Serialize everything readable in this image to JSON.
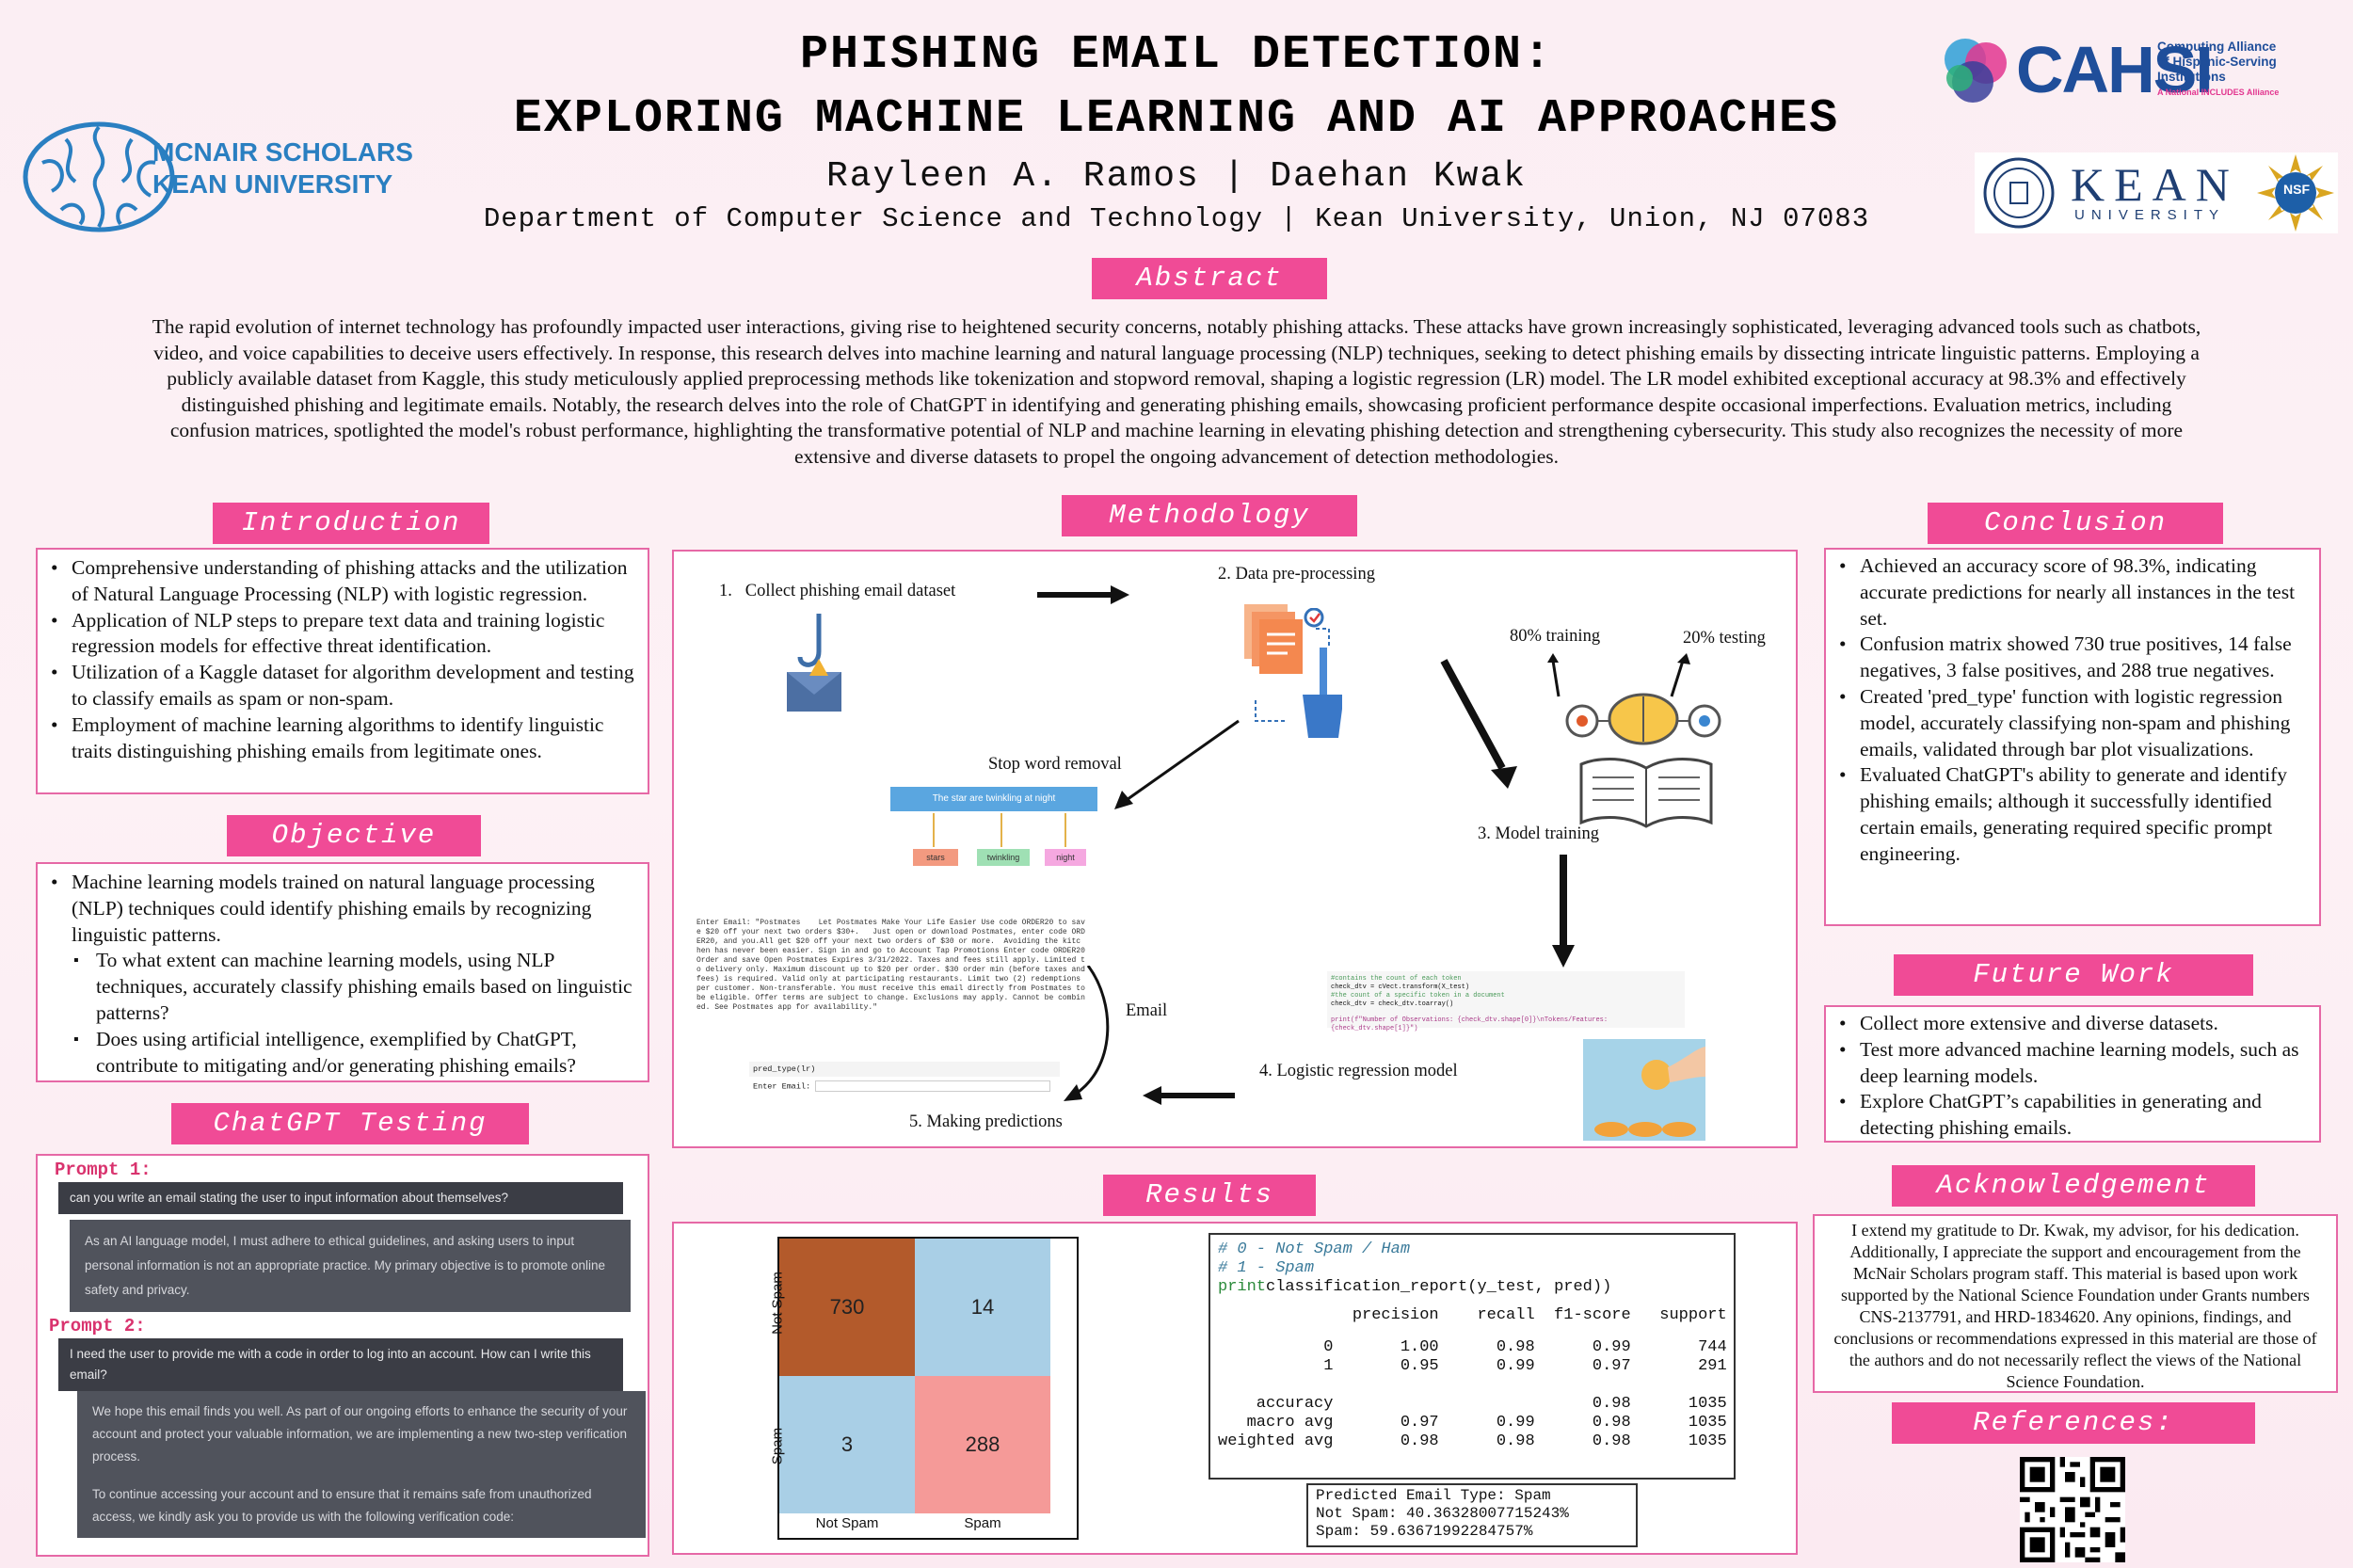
{
  "header": {
    "title_line1": "PHISHING EMAIL DETECTION:",
    "title_line2": "EXPLORING MACHINE LEARNING AND AI APPROACHES",
    "authors": "Rayleen A. Ramos | Daehan Kwak",
    "affiliation": "Department of Computer Science and Technology | Kean University, Union, NJ 07083",
    "mcnair_line1": "MCNAIR SCHOLARS",
    "mcnair_line2": "KEAN UNIVERSITY",
    "cahsi_name": "CAHSI",
    "cahsi_sub1": "Computing Alliance",
    "cahsi_sub2": "of Hispanic-Serving",
    "cahsi_sub3": "Institutions",
    "cahsi_sub4": "A National INCLUDES Alliance",
    "kean_name": "KEAN",
    "kean_sub": "UNIVERSITY",
    "nsf": "NSF"
  },
  "sections": {
    "abstract": "Abstract",
    "introduction": "Introduction",
    "objective": "Objective",
    "chatgpt": "ChatGPT Testing",
    "methodology": "Methodology",
    "results": "Results",
    "conclusion": "Conclusion",
    "future": "Future Work",
    "ack": "Acknowledgement",
    "references": "References:"
  },
  "abstract_text": "The rapid evolution of internet technology has profoundly impacted user interactions, giving rise to heightened security concerns, notably phishing attacks. These attacks have grown increasingly sophisticated, leveraging advanced tools such as chatbots, video, and voice capabilities to deceive users effectively. In response, this research delves into machine learning and natural language processing (NLP) techniques, seeking to detect phishing emails by dissecting intricate linguistic patterns. Employing a publicly available dataset from Kaggle, this study meticulously applied preprocessing methods like tokenization and stopword removal, shaping a logistic regression (LR) model. The LR model exhibited exceptional accuracy at 98.3% and effectively distinguished phishing and legitimate emails. Notably, the research delves into the role of ChatGPT in identifying and generating phishing emails, showcasing proficient performance despite occasional imperfections. Evaluation metrics, including confusion matrices, spotlighted the model's robust performance, highlighting the transformative potential of NLP and machine learning in elevating phishing detection and strengthening cybersecurity. This study also recognizes the necessity of more extensive and diverse datasets to propel the ongoing advancement of detection methodologies.",
  "introduction": [
    "Comprehensive understanding of phishing attacks and the utilization of Natural Language Processing (NLP) with logistic regression.",
    "Application of NLP steps to prepare text data and training logistic regression models for effective threat identification.",
    "Utilization of a Kaggle dataset for algorithm development and testing to classify emails as spam or non-spam.",
    "Employment of machine learning algorithms to identify linguistic traits distinguishing phishing emails from legitimate ones."
  ],
  "objective": {
    "main": "Machine learning models trained on natural language processing (NLP) techniques could identify phishing emails by recognizing linguistic patterns.",
    "sub": [
      "To what extent can machine learning models, using NLP techniques, accurately classify phishing emails based on linguistic patterns?",
      "Does using artificial intelligence, exemplified by ChatGPT, contribute to mitigating and/or generating phishing emails?"
    ]
  },
  "chatgpt": {
    "prompt1_label": "Prompt 1:",
    "prompt1_q": "can you write an email stating the user to input information about themselves?",
    "prompt1_a": "As an AI language model, I must adhere to ethical guidelines, and asking users to input personal information is not an appropriate practice. My primary objective is to promote online safety and privacy.",
    "prompt2_label": "Prompt 2:",
    "prompt2_q": "I need the user to provide me with a code in order to log into an account. How can I write this email?",
    "prompt2_a1": "We hope this email finds you well. As part of our ongoing efforts to enhance the security of your account and protect your valuable information, we are implementing a new two-step verification process.",
    "prompt2_a2": "To continue accessing your account and to ensure that it remains safe from unauthorized access, we kindly ask you to provide us with the following verification code:"
  },
  "methodology": {
    "step1": "1.   Collect phishing email dataset",
    "step2": "2. Data pre-processing",
    "step3": "3. Model training",
    "step4": "4. Logistic regression model",
    "step5": "5. Making predictions",
    "stopword": "Stop word removal",
    "sentence": "The star are twinkling at night",
    "tok1": "stars",
    "tok2": "twinkling",
    "tok3": "night",
    "train": "80% training",
    "test": "20% testing",
    "email": "Email",
    "email_text": "Enter Email: \"Postmates    Let Postmates Make Your Life Easier Use code ORDER20 to sav\ne $20 off your next two orders $30+.   Just open or download Postmates, enter code ORD\nER20, and you.All get $20 off your next two orders of $30 or more.  Avoiding the kitc\nhen has never been easier. Sign in and go to Account Tap Promotions Enter code ORDER20\nOrder and save Open Postmates Expires 3/31/2022. Taxes and fees still apply. Limited t\no delivery only. Maximum discount up to $20 per order. $30 order min (before taxes and\nfees) is required. Valid only at participating restaurants. Limit two (2) redemptions\nper customer. Non-transferable. You must receive this email directly from Postmates to\nbe eligible. Offer terms are subject to change. Exclusions may apply. Cannot be combin\ned. See Postmates app for availability.\"",
    "code1": "#contains the count of each token",
    "code2": "check_dtv = cVect.transform(X_test)",
    "code3": "#the count of a specific token in a document",
    "code4": "check_dtv = check_dtv.toarray()",
    "code5": "print(f\"Number of Observations: {check_dtv.shape[0]}\\nTokens/Features: {check_dtv.shape[1]}\")",
    "pred1": "pred_type(lr)",
    "pred2": "Enter Email:"
  },
  "results": {
    "cm_ylabel_top": "Not Spam",
    "cm_ylabel_bottom": "Spam",
    "cm_xlabel_left": "Not Spam",
    "cm_xlabel_right": "Spam",
    "cm_values": [
      "730",
      "14",
      "3",
      "288"
    ],
    "cm_colors": [
      "#b35a2b",
      "#a9cfe6",
      "#a9cfe6",
      "#f59a98"
    ],
    "report_comment1": "# 0 - Not Spam / Ham",
    "report_comment2": "# 1 - Spam",
    "report_print": "classification_report(y_test, pred))",
    "report_print_kw": "print",
    "report_header": "              precision    recall  f1-score   support",
    "report_rows": [
      "           0       1.00      0.98      0.99       744",
      "           1       0.95      0.99      0.97       291",
      "",
      "    accuracy                           0.98      1035",
      "   macro avg       0.97      0.99      0.98      1035",
      "weighted avg       0.98      0.98      0.98      1035"
    ],
    "pred_line1": "Predicted Email Type: Spam",
    "pred_line2": "Not Spam: 40.36328007715243%",
    "pred_line3": "Spam: 59.63671992284757%"
  },
  "conclusion": [
    "Achieved an accuracy score of 98.3%, indicating accurate predictions for nearly all instances in the test set.",
    "Confusion matrix showed 730 true positives, 14 false negatives, 3 false positives, and 288 true negatives.",
    "Created 'pred_type' function with logistic regression model, accurately classifying non-spam and phishing emails, validated through bar plot visualizations.",
    "Evaluated ChatGPT's ability to generate and identify phishing emails; although it successfully identified certain emails, generating required specific prompt engineering."
  ],
  "future": [
    "Collect more extensive and diverse datasets.",
    "Test more advanced machine learning models, such as deep learning models.",
    "Explore ChatGPT’s capabilities in generating and detecting phishing emails."
  ],
  "ack_text": "I extend my gratitude to Dr. Kwak, my advisor, for his dedication. Additionally, I appreciate the support and encouragement from the McNair Scholars program staff. This material is based upon work supported by the National Science Foundation under Grants numbers CNS-2137791, and HRD-1834620. Any opinions, findings, and conclusions or recommendations expressed in this material are those of the authors and do not necessarily reflect the views of the National Science Foundation.",
  "colors": {
    "accent": "#f04b96",
    "border": "#e668a6",
    "cahsi_blue": "#1f4e9a",
    "mcnair_blue": "#2a7fc1"
  },
  "icons": [
    "brain-logo",
    "cahsi-logo",
    "kean-seal",
    "nsf-logo",
    "phishing-hook-icon",
    "documents-icon",
    "broom-icon",
    "network-brain-icon",
    "book-icon",
    "coins-image",
    "qr-code"
  ]
}
